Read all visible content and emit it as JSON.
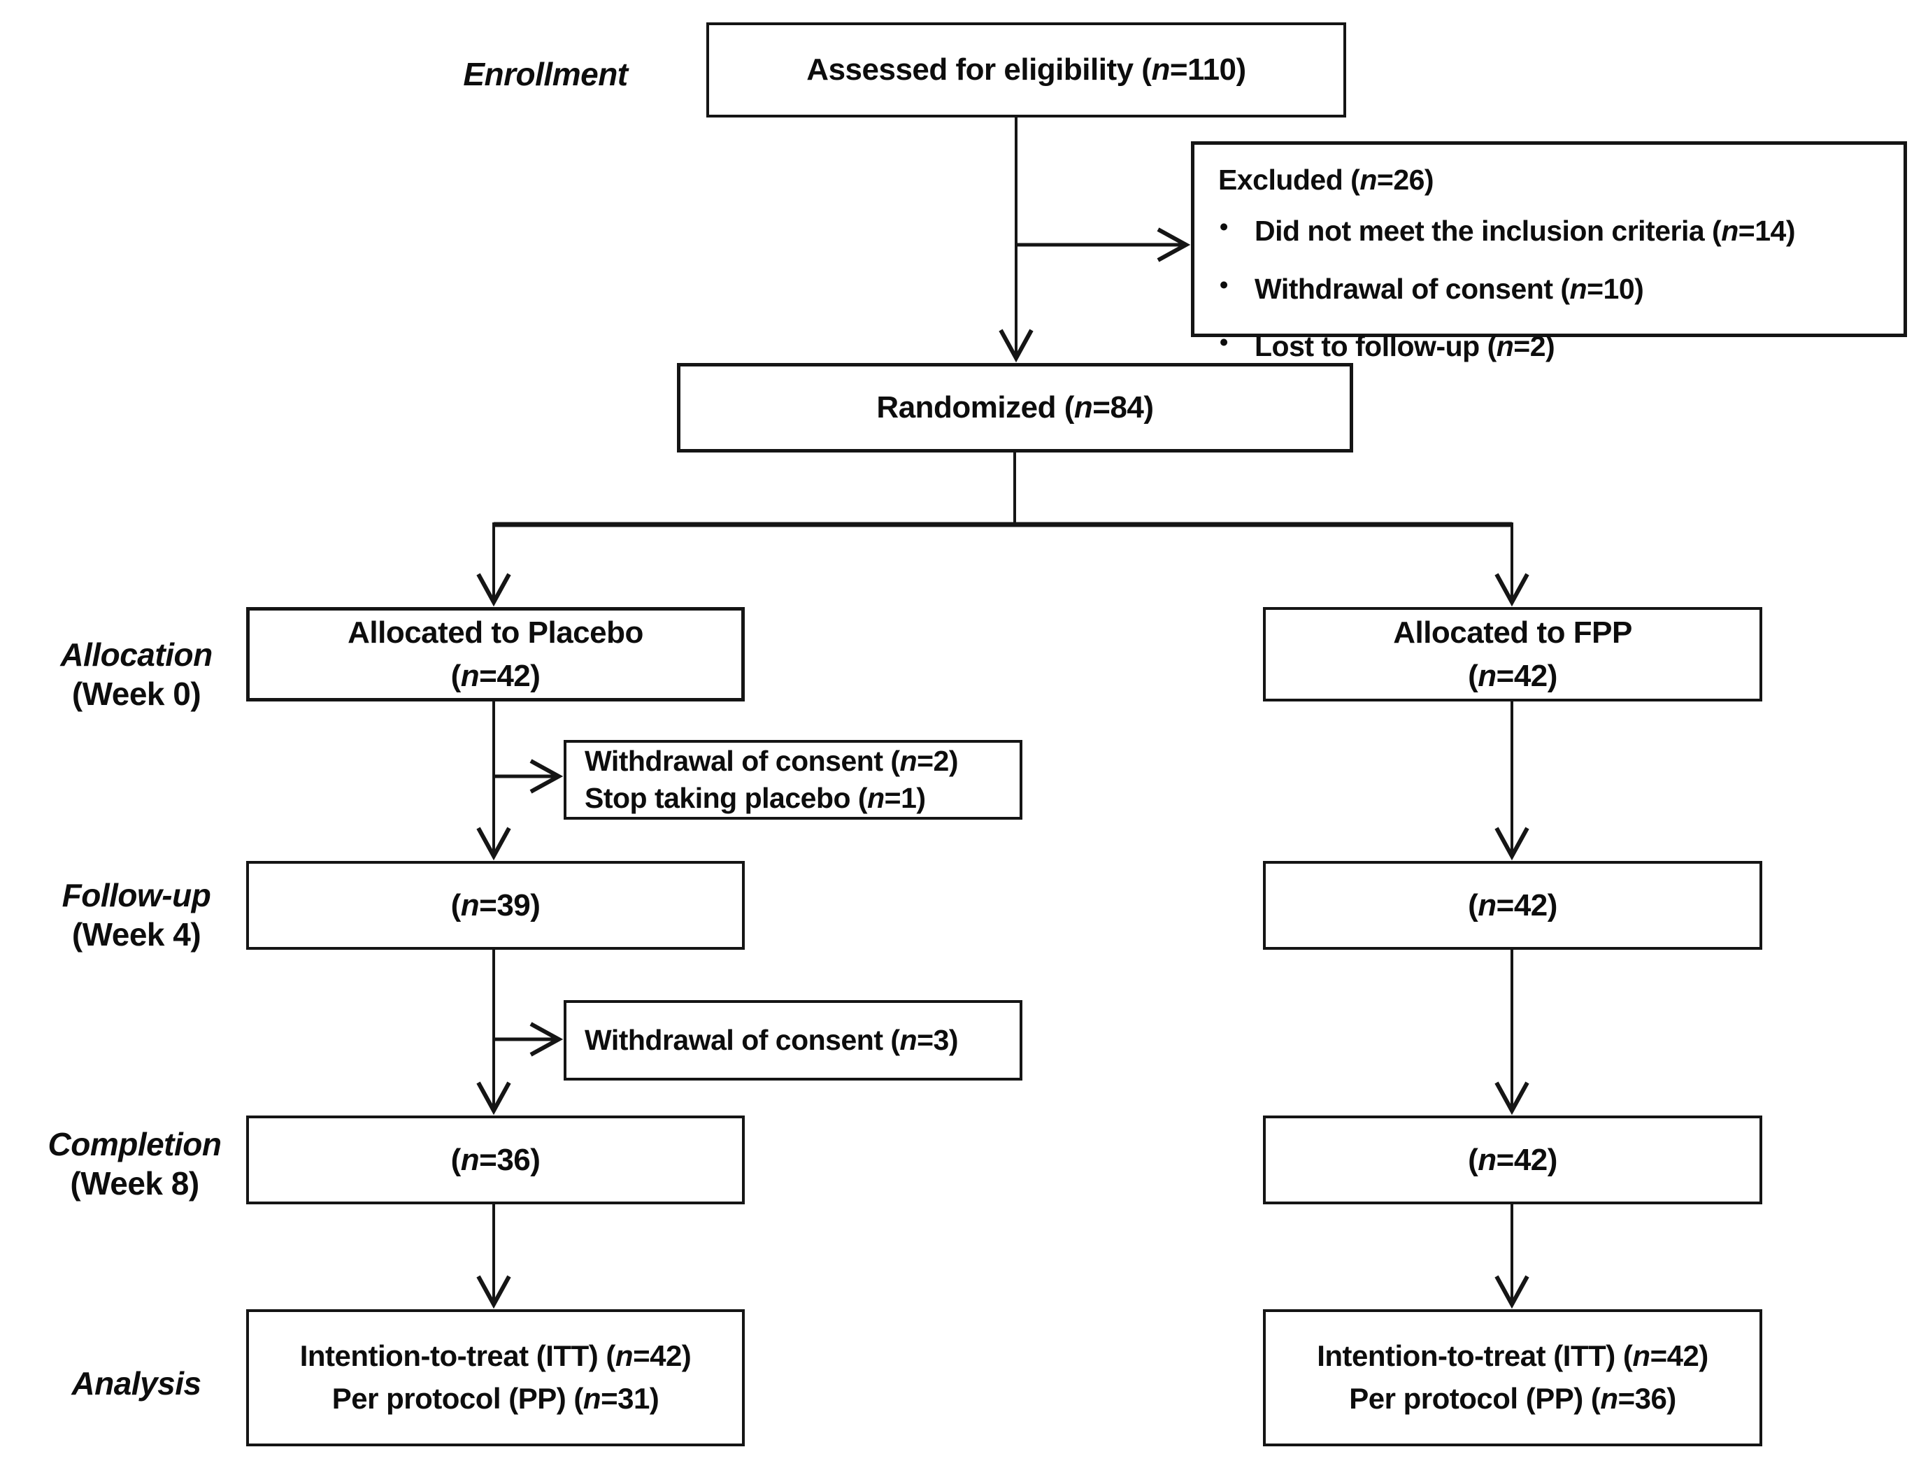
{
  "figure": {
    "kind": "consort-flow-diagram",
    "colors": {
      "background": "#ffffff",
      "line": "#151515",
      "text": "#0d0d0d"
    },
    "stages": [
      {
        "title": "Enrollment",
        "subtitle": ""
      },
      {
        "title": "Allocation",
        "subtitle": "(Week 0)"
      },
      {
        "title": "Follow-up",
        "subtitle": "(Week 4)"
      },
      {
        "title": "Completion",
        "subtitle": "(Week 8)"
      },
      {
        "title": "Analysis",
        "subtitle": ""
      }
    ],
    "boxes": {
      "assessed": {
        "text": "Assessed for eligibility (n=110)"
      },
      "excluded": {
        "title": "Excluded (n=26)",
        "bullets": [
          "Did not meet the inclusion criteria (n=14)",
          "Withdrawal of consent (n=10)",
          "Lost to follow-up (n=2)"
        ]
      },
      "randomized": {
        "text": "Randomized (n=84)"
      },
      "alloc_placebo": {
        "line1": "Allocated to Placebo",
        "line2": "(n=42)"
      },
      "alloc_fpp": {
        "line1": "Allocated to FPP",
        "line2": "(n=42)"
      },
      "withdraw1": {
        "line1": "Withdrawal of consent (n=2)",
        "line2": "Stop taking placebo (n=1)"
      },
      "followup_placebo": {
        "text": "(n=39)"
      },
      "followup_fpp": {
        "text": "(n=42)"
      },
      "withdraw2": {
        "text": "Withdrawal of consent (n=3)"
      },
      "completion_placebo": {
        "text": "(n=36)"
      },
      "completion_fpp": {
        "text": "(n=42)"
      },
      "analysis_placebo": {
        "line1": "Intention-to-treat (ITT) (n=42)",
        "line2": "Per protocol (PP) (n=31)"
      },
      "analysis_fpp": {
        "line1": "Intention-to-treat (ITT) (n=42)",
        "line2": "Per protocol (PP) (n=36)"
      }
    }
  }
}
